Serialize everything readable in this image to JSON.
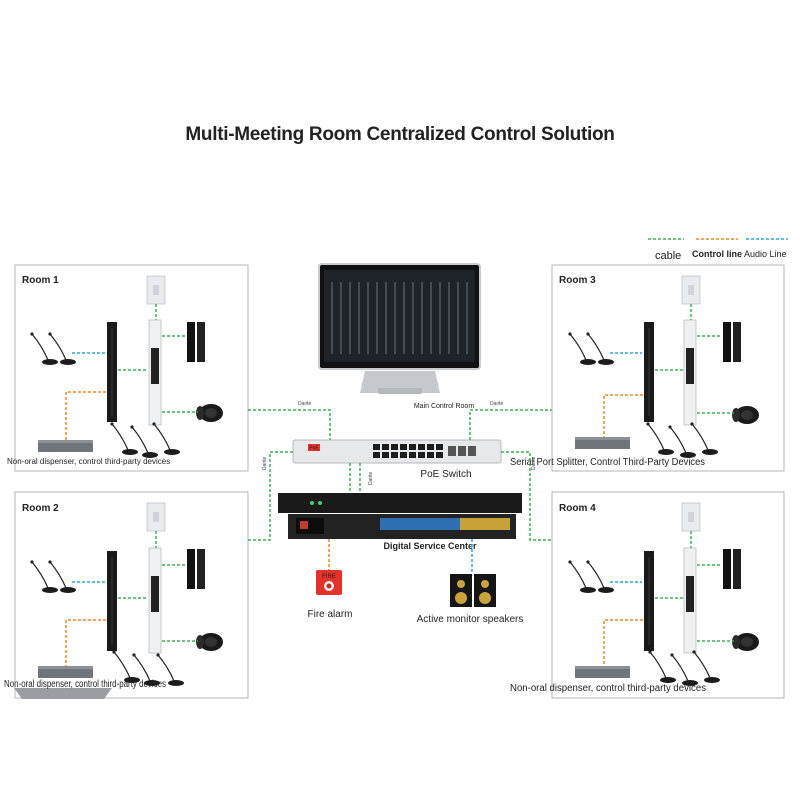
{
  "title": "Multi-Meeting Room Centralized Control Solution",
  "legend": {
    "cable": "cable",
    "control_line": "Control line",
    "audio_line": "Audio Line"
  },
  "colors": {
    "cable": "#3fae5a",
    "control": "#f08a24",
    "audio": "#2aa7e0",
    "poe_badge": "#e4322b",
    "fire": "#e4322b"
  },
  "rooms": {
    "room1": {
      "name": "Room 1",
      "note": "Non-oral dispenser, control third-party devices"
    },
    "room2": {
      "name": "Room 2",
      "note": "Non-oral dispenser, control third-party devices"
    },
    "room3": {
      "name": "Room 3",
      "note": "Serial Port Splitter, Control Third-Party Devices"
    },
    "room4": {
      "name": "Room 4",
      "note": "Non-oral dispenser, control third-party devices"
    }
  },
  "center": {
    "main_control_room": "Main Control Room",
    "poe_switch": "PoE Switch",
    "poe_badge": "PoE",
    "digital_service_center": "Digital Service Center",
    "fire_alarm": "Fire alarm",
    "fire_sign": "FIRE",
    "active_monitor_speakers": "Active monitor speakers",
    "dante_label": "Dante"
  }
}
